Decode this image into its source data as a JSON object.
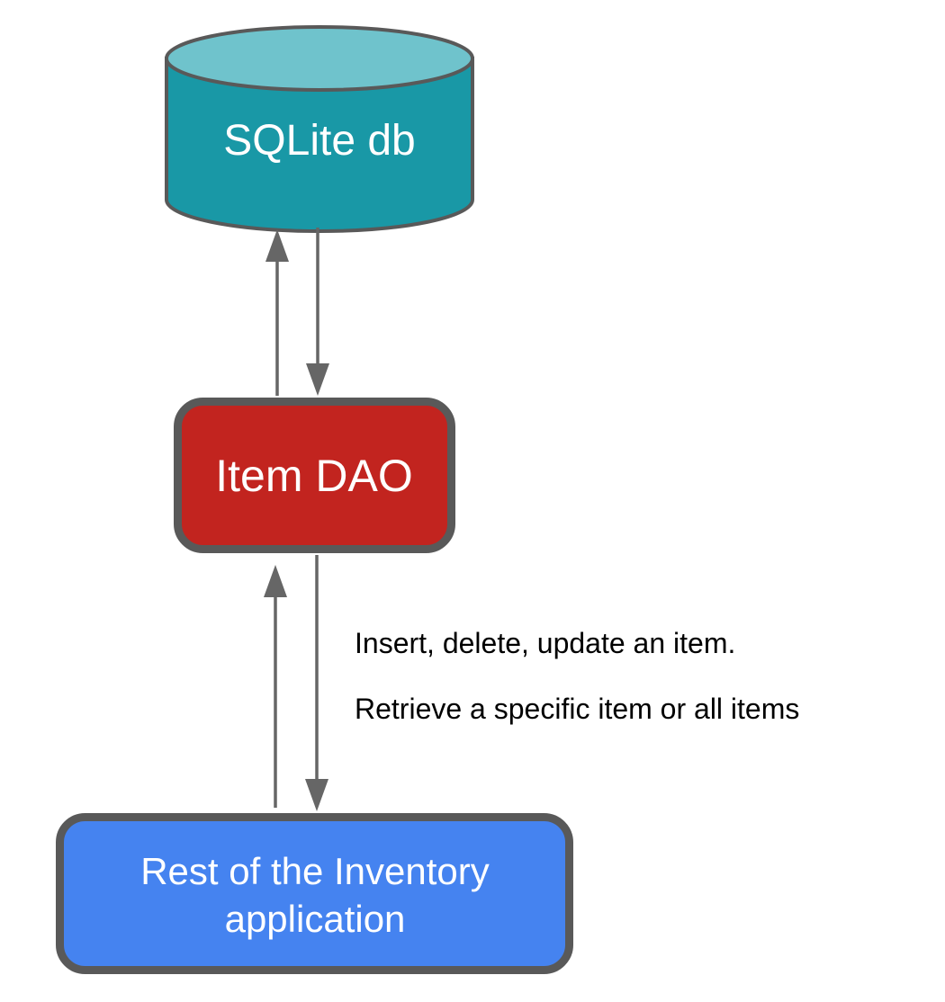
{
  "diagram": {
    "background": "#FFFFFF",
    "border_color": "#595959",
    "arrow_color": "#666666",
    "annotation_color": "#000000",
    "nodes": {
      "database": {
        "shape": "cylinder",
        "label": "SQLite db",
        "fill": "#1998A6",
        "top_fill": "#6FC3CC",
        "text_color": "#FFFFFF"
      },
      "dao": {
        "shape": "rounded-rect",
        "label": "Item DAO",
        "fill": "#C2241F",
        "text_color": "#FFFFFF"
      },
      "app": {
        "shape": "rounded-rect",
        "lines": [
          "Rest of the Inventory",
          "application"
        ],
        "fill": "#4583F0",
        "text_color": "#FFFFFF"
      }
    },
    "edges": {
      "db_dao": {
        "type": "bidirectional-arrows"
      },
      "dao_app": {
        "type": "bidirectional-arrows",
        "annotation": [
          "Insert, delete, update an item.",
          "Retrieve a specific item or all items"
        ]
      }
    }
  }
}
